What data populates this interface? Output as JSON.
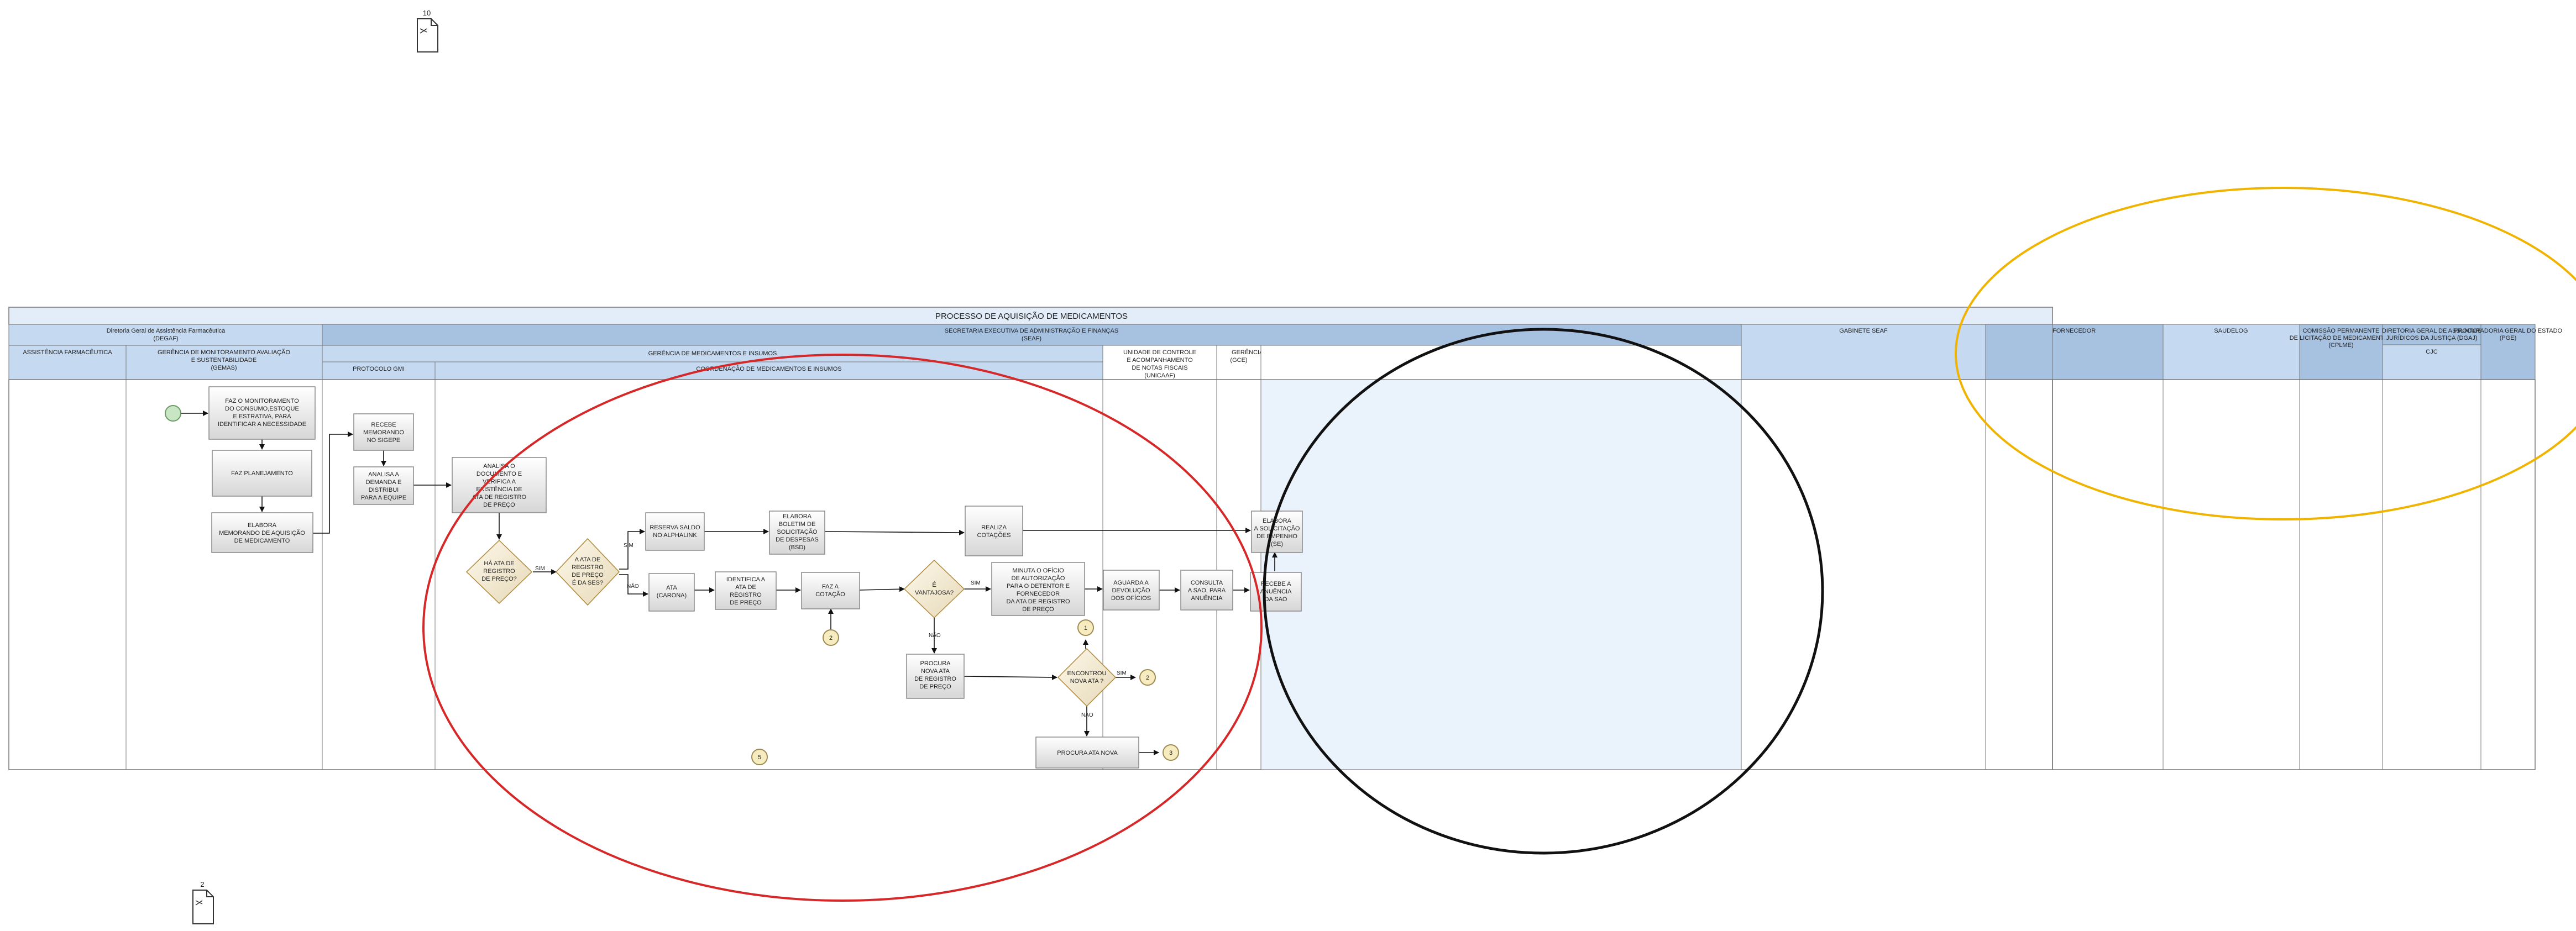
{
  "page_refs": {
    "top": "10",
    "bottom": "2"
  },
  "title": "PROCESSO DE AQUISIÇÃO DE MEDICAMENTOS",
  "header": {
    "dgaf": [
      "Diretoria Geral de Assistência Farmacêutica",
      "(DEGAF)"
    ],
    "seaf": [
      "SECRETARIA EXECUTIVA DE ADMINISTRAÇÃO E FINANÇAS",
      "(SEAF)"
    ],
    "gemi": "GERÊNCIA DE MEDICAMENTOS E INSUMOS",
    "cmi": "COORDENAÇÃO DE MEDICAMENTOS E INSUMOS",
    "assist": "ASSISTÊNCIA FARMACÊUTICA",
    "gemas": [
      "GERÊNCIA DE MONITORAMENTO AVALIAÇÃO",
      "E SUSTENTABILIDADE",
      "(GEMAS)"
    ],
    "protocolo": "PROTOCOLO  GMI",
    "unicaaf": [
      "UNIDADE DE CONTROLE",
      "E ACOMPANHAMENTO",
      "DE NOTAS FISCAIS",
      "(UNICAAF)"
    ],
    "gce": [
      "GERÊNCIA DE CONTROLE E EMPENHO",
      "(GCE)"
    ],
    "gabinete": "GABINETE SEAF",
    "fornecedor": "FORNECEDOR",
    "saudelog": "SAUDELOG",
    "cplme": [
      "COMISSÃO PERMANENTE",
      "DE LICITAÇÃO DE MEDICAMENTOS",
      "(CPLME)"
    ],
    "dgaj": [
      "DIRETORIA GERAL DE ASSUNTOS",
      "JURÍDICOS DA JUSTIÇA (DGAJ)"
    ],
    "cjc": "CJC",
    "pge": [
      "PROCURADORIA GERAL DO ESTADO",
      "(PGE)"
    ]
  },
  "nodes": {
    "faz_monitoramento": [
      "FAZ O MONITORAMENTO",
      "DO CONSUMO,ESTOQUE",
      "E ESTRATIVA, PARA",
      "IDENTIFICAR  A NECESSIDADE"
    ],
    "faz_planejamento": [
      "FAZ PLANEJAMENTO"
    ],
    "elabora_memorando": [
      "ELABORA",
      "MEMORANDO DE  AQUISIÇÃO",
      "DE MEDICAMENTO"
    ],
    "recebe_memorando": [
      "RECEBE",
      "MEMORANDO",
      "NO SIGEPE"
    ],
    "analisa_demanda": [
      "ANALISA A",
      "DEMANDA E",
      "DISTRIBUI",
      "PARA A EQUIPE"
    ],
    "analisa_documento": [
      "ANALISA O",
      "DOCUMENTO E",
      "VERIFICA A",
      "EXISTÊNCIA DE",
      "ATA DE REGISTRO",
      "DE PREÇO"
    ],
    "ha_ata": [
      "HÁ ATA DE",
      "REGISTRO",
      "DE PREÇO?"
    ],
    "ata_da_ses": [
      "A ATA DE",
      "REGISTRO",
      "DE PREÇO",
      "É DA SES?"
    ],
    "reserva_saldo": [
      "RESERVA SALDO",
      "NO ALPHALINK"
    ],
    "elabora_bsd": [
      "ELABORA",
      "BOLETIM DE",
      "SOLICITAÇÃO",
      "DE DESPESAS",
      "(BSD)"
    ],
    "realiza_cotacoes": [
      "REALIZA",
      "COTAÇÕES"
    ],
    "ata_carona": [
      "ATA",
      "(CARONA)"
    ],
    "identifica_ata": [
      "IDENTIFICA A",
      "ATA DE",
      "REGISTRO",
      "DE PREÇO"
    ],
    "faz_cotacao": [
      "FAZ A",
      "COTAÇÃO"
    ],
    "e_vantajosa": [
      "É",
      "VANTAJOSA?"
    ],
    "minuta_oficio": [
      "MINUTA O OFÍCIO",
      "DE AUTORIZAÇÃO",
      "PARA O DETENTOR E",
      "FORNECEDOR",
      "DA ATA DE REGISTRO",
      "DE PREÇO"
    ],
    "aguarda_devolucao": [
      "AGUARDA A",
      "DEVOLUÇÃO",
      "DOS OFÍCIOS"
    ],
    "consulta_sao": [
      "CONSULTA",
      "A SAO, PARA",
      "ANUÊNCIA"
    ],
    "recebe_anuencia": [
      "RECEBE A",
      "ANUÊNCIA",
      "DA SAO"
    ],
    "elabora_solicitacao": [
      "ELABORA",
      "A SOLICITAÇÃO",
      "DE EMPENHO",
      "(SE)"
    ],
    "procura_nova_ata": [
      "PROCURA",
      "NOVA ATA",
      "DE REGISTRO",
      "DE PREÇO"
    ],
    "encontrou_nova_ata": [
      "ENCONTROU",
      "NOVA ATA ?"
    ],
    "procura_ata_nova": [
      "PROCURA ATA NOVA"
    ]
  },
  "edge_labels": {
    "sim": "SIM",
    "nao": "NÃO",
    "nao_upper": "NAO"
  },
  "connectors": {
    "c1": "1",
    "c2a": "2",
    "c2b": "2",
    "c3": "3",
    "c5": "5"
  },
  "colors": {
    "header_fill": "#c5d9f1",
    "header_dark": "#a7c1e0",
    "lane_highlight": "#eaf2fc",
    "red_ellipse": "#d62828",
    "black_ellipse": "#111111",
    "yellow_ellipse": "#f0b400",
    "start_event": "#c8e6c4",
    "connector_fill": "#f7ebc0"
  }
}
